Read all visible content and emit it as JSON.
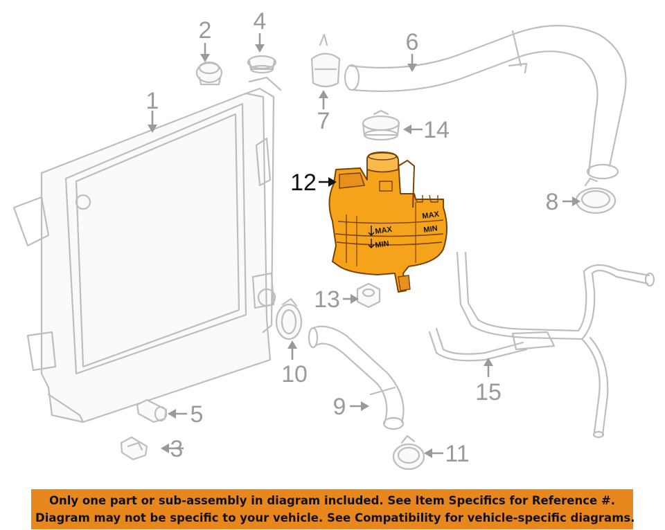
{
  "callouts": {
    "c1": "1",
    "c2": "2",
    "c3": "3",
    "c4": "4",
    "c5": "5",
    "c6": "6",
    "c7": "7",
    "c8": "8",
    "c9": "9",
    "c10": "10",
    "c11": "11",
    "c12": "12",
    "c13": "13",
    "c14": "14",
    "c15": "15"
  },
  "tank_labels": {
    "max_left": "MAX",
    "min_left": "MIN",
    "max_right": "MAX",
    "min_right": "MIN"
  },
  "highlighted_part": "12",
  "colors": {
    "highlight_fill": "#f5a31a",
    "highlight_stroke": "#7a4200",
    "line_art": "#bdbdbd",
    "callout_text": "#9a9a9a",
    "banner_background": "#e8871e"
  },
  "disclaimer": {
    "line1": "Only one part or sub-assembly in diagram included. See Item Specifics for Reference #.",
    "line2": "Diagram may not be specific to your vehicle. See Compatibility for vehicle-specific diagrams."
  }
}
